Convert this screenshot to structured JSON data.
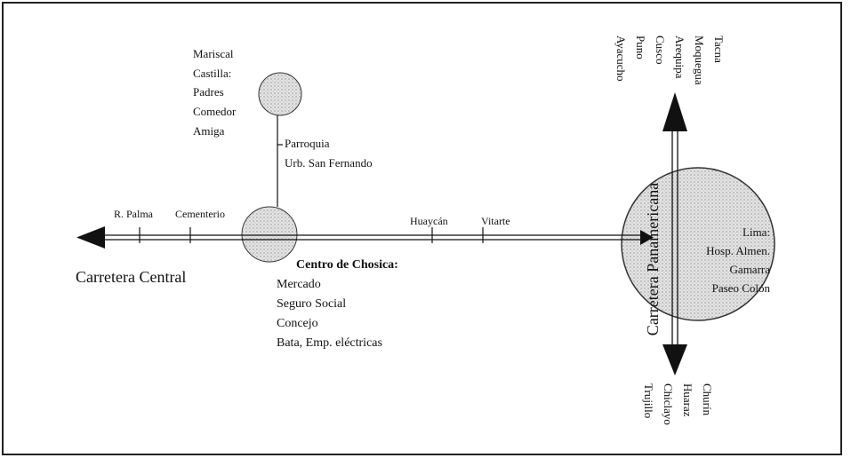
{
  "mariscal": {
    "lines": [
      "Mariscal",
      "Castilla:",
      "Padres",
      "Comedor",
      "Amiga"
    ]
  },
  "parroquia": {
    "lines": [
      "Parroquia",
      "Urb. San Fernando"
    ]
  },
  "central": {
    "ticks": [
      "R. Palma",
      "Cementerio",
      "Huaycán",
      "Vitarte"
    ],
    "road_label": "Carretera Central"
  },
  "chosica": {
    "title": "Centro de Chosica:",
    "lines": [
      "Mercado",
      "Seguro Social",
      "Concejo",
      "Bata, Emp. eléctricas"
    ]
  },
  "north": {
    "cities": [
      "Ayacucho",
      "Puno",
      "Cusco",
      "Arequipa",
      "Moquegua",
      "Tacna"
    ]
  },
  "panamericana": {
    "label": "Carretera Panamericana"
  },
  "lima": {
    "lines": [
      "Lima:",
      "Hosp. Almen.",
      "Gamarra",
      "Paseo Colón"
    ]
  },
  "south": {
    "cities": [
      "Trujillo",
      "Chiclayo",
      "Huaraz",
      "Churín"
    ]
  }
}
